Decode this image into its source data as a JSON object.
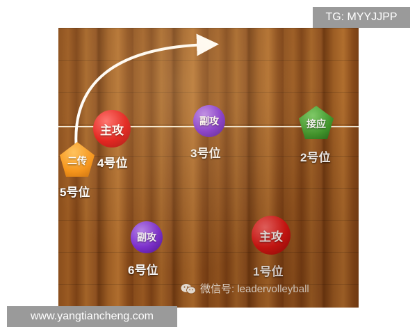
{
  "overlay": {
    "tg_text": "TG: MYYJJPP",
    "site_text": "www.yangtiancheng.com"
  },
  "diagram": {
    "players": [
      {
        "id": "p4",
        "shape": "ball",
        "color": "#e01414",
        "label": "主攻",
        "position_label": "4号位"
      },
      {
        "id": "p3",
        "shape": "ball",
        "color": "#7a2bd4",
        "label": "副攻",
        "position_label": "3号位"
      },
      {
        "id": "p2",
        "shape": "pentagon",
        "color": "#3f9a2c",
        "label": "接应",
        "position_label": "2号位"
      },
      {
        "id": "p5",
        "shape": "pentagon",
        "color": "#f59216",
        "label": "二传",
        "position_label": "5号位"
      },
      {
        "id": "p6",
        "shape": "ball",
        "color": "#7a2bd4",
        "label": "副攻",
        "position_label": "6号位"
      },
      {
        "id": "p1",
        "shape": "ball",
        "color": "#e01414",
        "label": "主攻",
        "position_label": "1号位"
      }
    ],
    "wechat_watermark": "微信号: leadervolleyball"
  }
}
